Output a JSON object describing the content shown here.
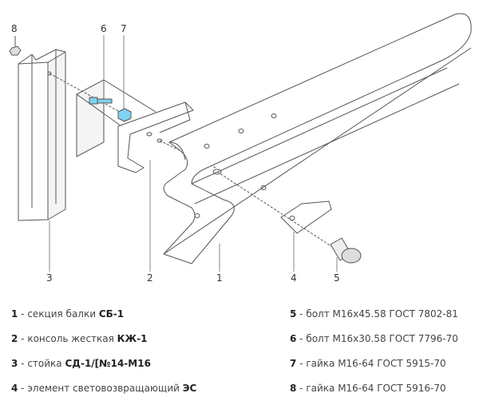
{
  "callouts": [
    "1",
    "2",
    "3",
    "4",
    "5",
    "6",
    "7",
    "8"
  ],
  "legend": [
    {
      "num": "1",
      "text": " - секция балки ",
      "code": "СБ-1"
    },
    {
      "num": "2",
      "text": " - консоль жесткая ",
      "code": "КЖ-1"
    },
    {
      "num": "3",
      "text": " - стойка ",
      "code": "СД-1/[№14-М16"
    },
    {
      "num": "4",
      "text": " - элемент световозвращающий ",
      "code": "ЭС"
    },
    {
      "num": "5",
      "text": " - болт М16х45.58 ГОСТ 7802-81",
      "code": ""
    },
    {
      "num": "6",
      "text": " - болт М16х30.58 ГОСТ 7796-70",
      "code": ""
    },
    {
      "num": "7",
      "text": " - гайка М16-64 ГОСТ 5915-70",
      "code": ""
    },
    {
      "num": "8",
      "text": " - гайка М16-64 ГОСТ 5916-70",
      "code": ""
    }
  ],
  "colors": {
    "line": "#555555",
    "bolt_blue": "#7fd3f0"
  }
}
